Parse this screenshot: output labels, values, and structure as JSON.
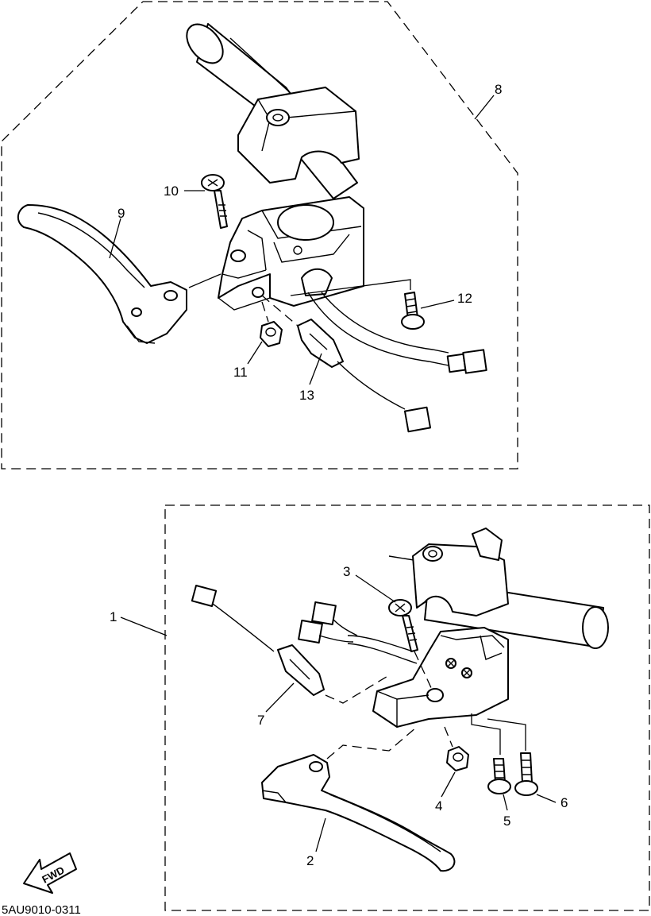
{
  "diagram": {
    "callouts": {
      "c1": "1",
      "c2": "2",
      "c3": "3",
      "c4": "4",
      "c5": "5",
      "c6": "6",
      "c7": "7",
      "c8": "8",
      "c9": "9",
      "c10": "10",
      "c11": "11",
      "c12": "12",
      "c13": "13"
    },
    "direction_badge": "FWD",
    "footer_code": "5AU9010-0311"
  }
}
